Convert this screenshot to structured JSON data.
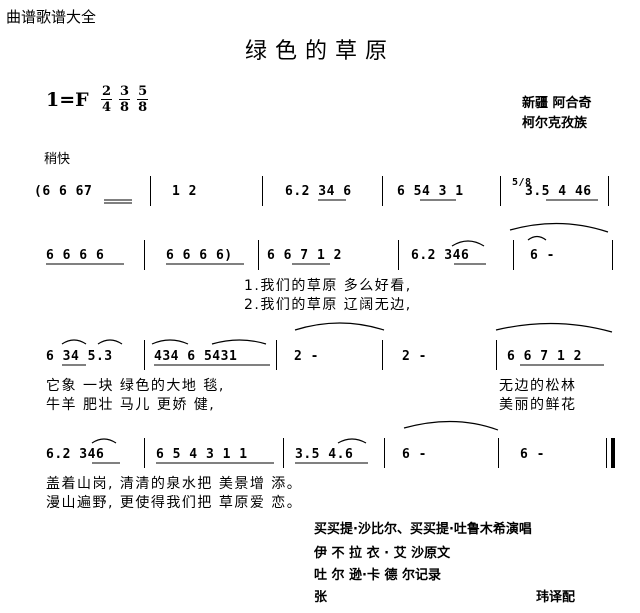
{
  "site_label": "曲谱歌谱大全",
  "title": "绿色的草原",
  "key": "1=F",
  "meters": [
    {
      "num": "2",
      "den": "4"
    },
    {
      "num": "3",
      "den": "8"
    },
    {
      "num": "5",
      "den": "8"
    }
  ],
  "credits": {
    "line1": "新疆 阿合奇",
    "line2": "柯尔克孜族"
  },
  "tempo": "稍快",
  "rows": [
    {
      "measures": [
        "(6 6 67",
        "1 2",
        "6.2 34 6",
        "6 54 3 1",
        "3.5 4 46"
      ],
      "time_sig": "5/8"
    },
    {
      "measures": [
        "6 6 6 6",
        "6 6 6 6)",
        "6 6 7 1 2",
        "6.2 346",
        "6 -"
      ],
      "lyrics": [
        "1.我们的草原    多么好看,",
        "2.我们的草原    辽阔无边,"
      ]
    },
    {
      "measures": [
        "6 34 5.3",
        "434 6 5431",
        "2 -",
        "2 -",
        "6 6 7 1 2"
      ],
      "lyrics": [
        [
          "它象 一块 绿色的大地  毯,",
          "无边的松林"
        ],
        [
          "牛羊 肥壮 马儿 更娇  健,",
          "美丽的鲜花"
        ]
      ]
    },
    {
      "measures": [
        "6.2 346",
        "6 5 4 3 1 1",
        "3.5 4.6",
        "6 -",
        "6 -"
      ],
      "lyrics": [
        "盖着山岗, 清清的泉水把 美景增    添。",
        "漫山遍野, 更使得我们把 草原爱    恋。"
      ]
    }
  ],
  "footer": {
    "singer": "买买提·沙比尔、买买提·吐鲁木希演唱",
    "line2": "伊   不   拉   衣 · 艾   沙原文",
    "line3": "吐   尔   逊·卡   德   尔记录",
    "line4_left": "张",
    "line4_right": "玮译配"
  }
}
